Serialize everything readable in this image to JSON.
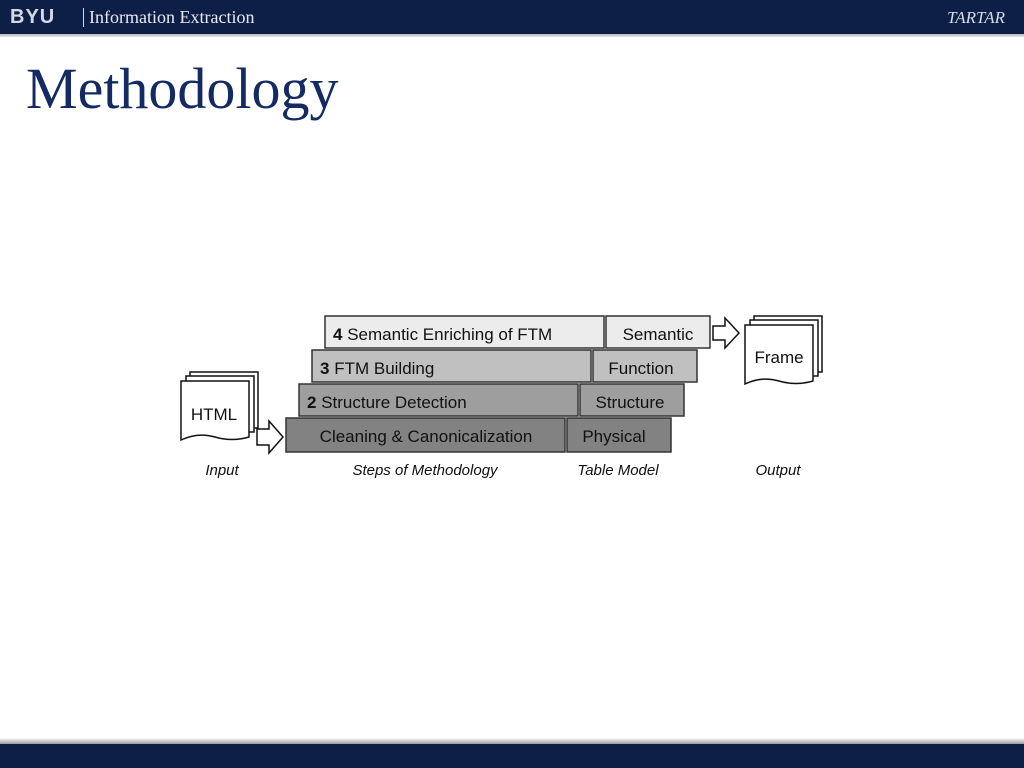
{
  "header": {
    "logo": "BYU",
    "title": "Information Extraction",
    "right_label": "TARTAR"
  },
  "page": {
    "title": "Methodology"
  },
  "diagram": {
    "input_doc": "HTML",
    "output_doc": "Frame",
    "steps": [
      {
        "number": "4",
        "label": "Semantic Enriching of FTM",
        "model": "Semantic"
      },
      {
        "number": "3",
        "label": "FTM Building",
        "model": "Function"
      },
      {
        "number": "2",
        "label": "Structure Detection",
        "model": "Structure"
      },
      {
        "number": "",
        "label": "Cleaning & Canonicalization",
        "model": "Physical"
      }
    ],
    "captions": {
      "input": "Input",
      "steps": "Steps of Methodology",
      "model": "Table Model",
      "output": "Output"
    }
  }
}
